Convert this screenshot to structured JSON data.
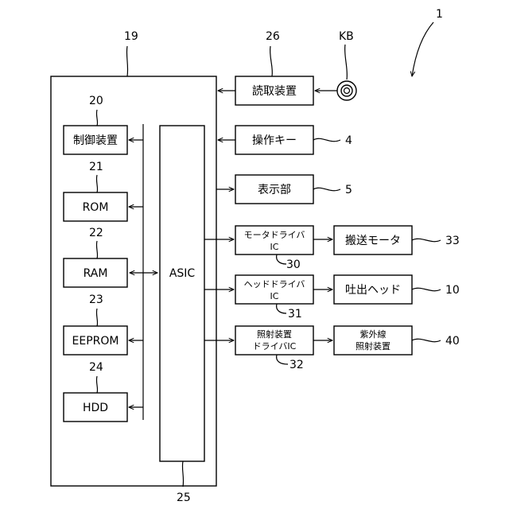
{
  "labels": {
    "ref_device": "1",
    "ref_controller": "19",
    "ref_control_unit": "20",
    "ref_rom": "21",
    "ref_ram": "22",
    "ref_eeprom": "23",
    "ref_hdd": "24",
    "ref_asic": "25",
    "ref_reader": "26",
    "ref_keys": "4",
    "ref_display": "5",
    "ref_motor_driver": "30",
    "ref_head_driver": "31",
    "ref_irradiation_driver": "32",
    "ref_motor": "33",
    "ref_head": "10",
    "ref_uv": "40",
    "ref_kb": "KB",
    "control_unit": "制御装置",
    "rom": "ROM",
    "ram": "RAM",
    "eeprom": "EEPROM",
    "hdd": "HDD",
    "asic": "ASIC",
    "reader": "読取装置",
    "keys": "操作キー",
    "display": "表示部",
    "motor_driver_line1": "モータドライバ",
    "motor_driver_line2": "IC",
    "head_driver_line1": "ヘッドドライバ",
    "head_driver_line2": "IC",
    "irradiation_driver_line1": "照射装置",
    "irradiation_driver_line2": "ドライバIC",
    "motor": "搬送モータ",
    "head": "吐出ヘッド",
    "uv_line1": "紫外線",
    "uv_line2": "照射装置"
  }
}
